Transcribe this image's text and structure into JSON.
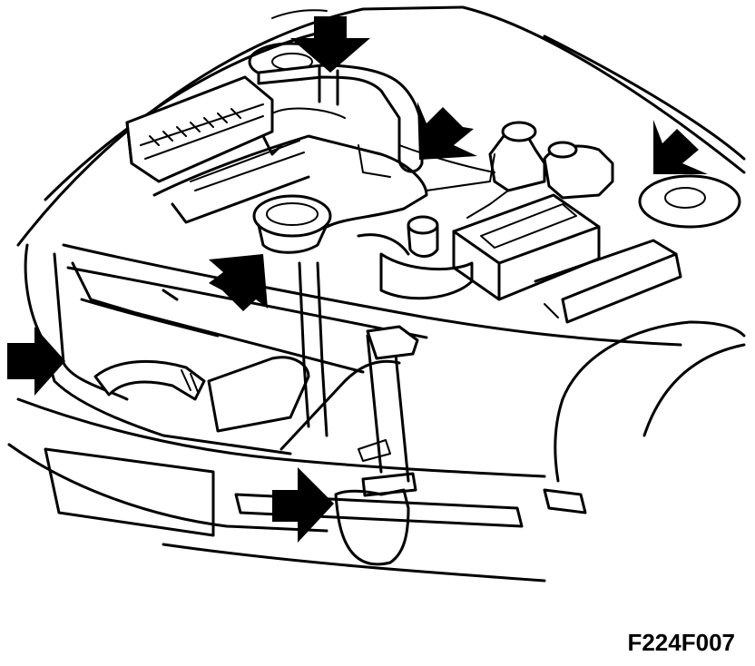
{
  "figure": {
    "code": "F224F007"
  },
  "colors": {
    "line": "#000000",
    "background": "#ffffff"
  },
  "arrows": [
    {
      "name": "arrow-down-top",
      "direction": "down"
    },
    {
      "name": "arrow-downleft-upper-middle",
      "direction": "down-left"
    },
    {
      "name": "arrow-downleft-upper-right",
      "direction": "down-left"
    },
    {
      "name": "arrow-upright-center",
      "direction": "up-right"
    },
    {
      "name": "arrow-right-left",
      "direction": "right"
    },
    {
      "name": "arrow-right-bottom",
      "direction": "right"
    }
  ]
}
